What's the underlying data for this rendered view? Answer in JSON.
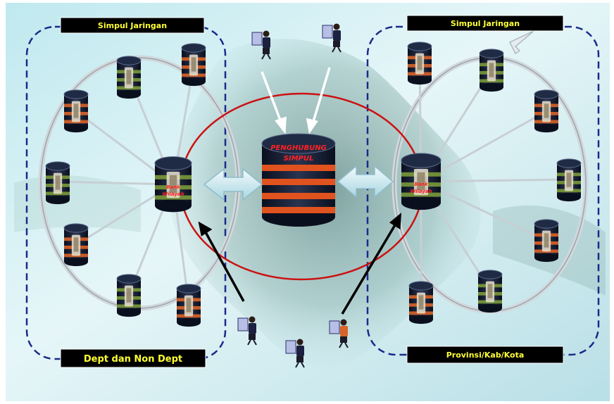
{
  "labels": {
    "left_top": "Simpul Jaringan",
    "right_top": "Simpul Jaringan",
    "left_bottom": "Dept dan Non Dept",
    "right_bottom": "Provinsi/Kab/Kota"
  },
  "center_hub": {
    "line1": "PENGHUBUNG",
    "line2": "SIMPUL"
  },
  "left_hub": {
    "line1": "Bank",
    "line2": "Wilayah"
  },
  "right_hub": {
    "line1": "Bank",
    "line2": "Wilayah"
  },
  "colors": {
    "label_bg": "#000000",
    "label_text": "#ffff33",
    "dashed_border": "#1a2a8a",
    "ring": "#c8c8c8",
    "center_ellipse": "#cc1111",
    "hub_text": "#ff2222",
    "arrow_block": "#d6eef4"
  },
  "icons": {
    "node": "database-cylinder-icon",
    "user": "user-at-computer-icon"
  }
}
